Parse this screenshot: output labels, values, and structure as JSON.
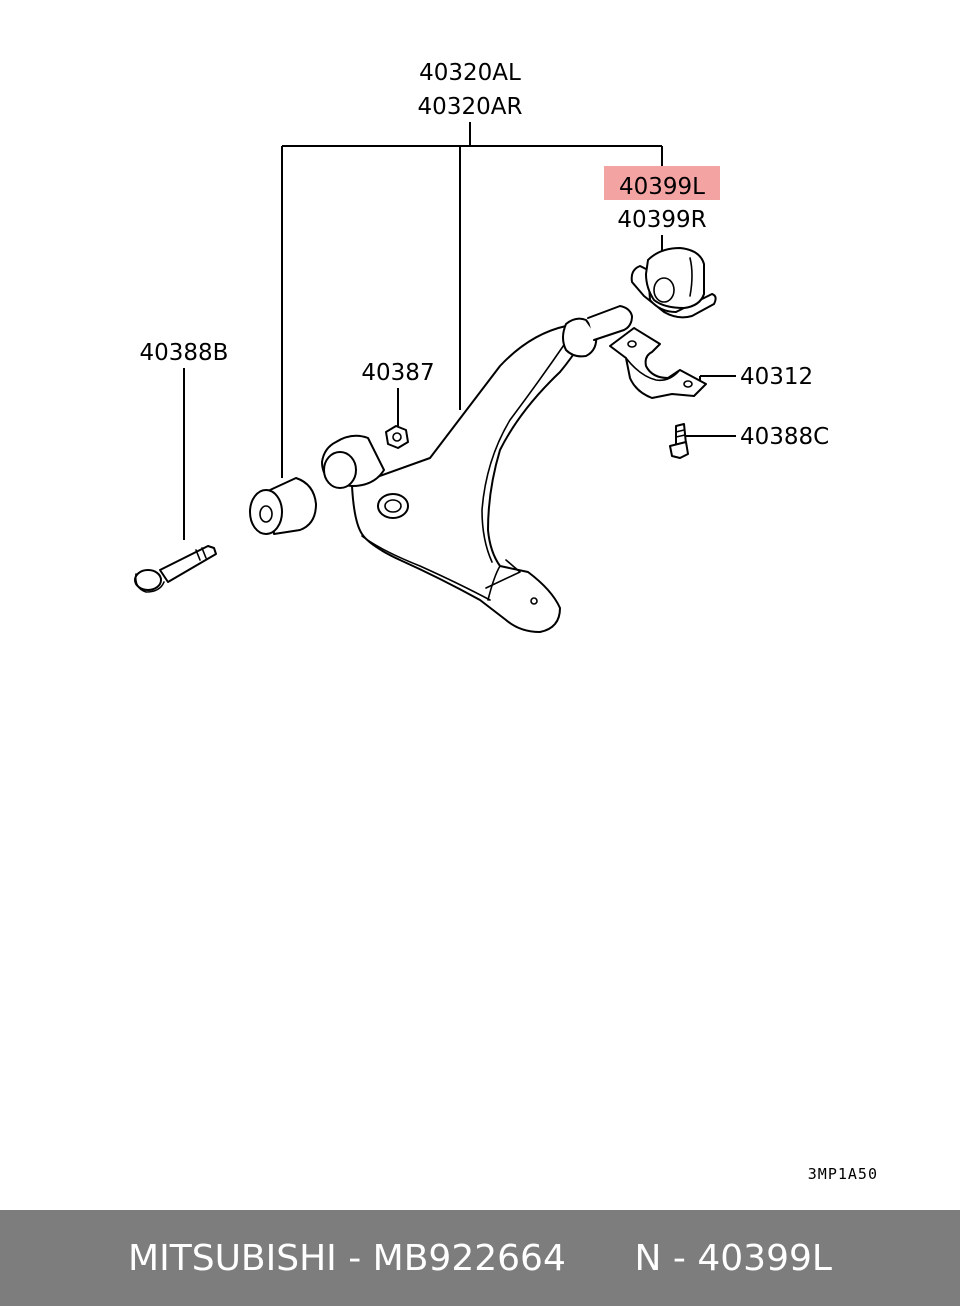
{
  "labels": {
    "arm_left": "40320AL",
    "arm_right": "40320AR",
    "bushing_left": "40399L",
    "bushing_right": "40399R",
    "bolt": "40388B",
    "nut": "40387",
    "bracket": "40312",
    "bracket_bolt": "40388C"
  },
  "diagram_code": "3MP1A50",
  "highlight_color": "#f4a3a3",
  "footer": {
    "brand": "MITSUBISHI",
    "separator": " - ",
    "part_number": "MB922664",
    "gap": "      ",
    "ref_prefix": "N",
    "ref": "40399L"
  }
}
